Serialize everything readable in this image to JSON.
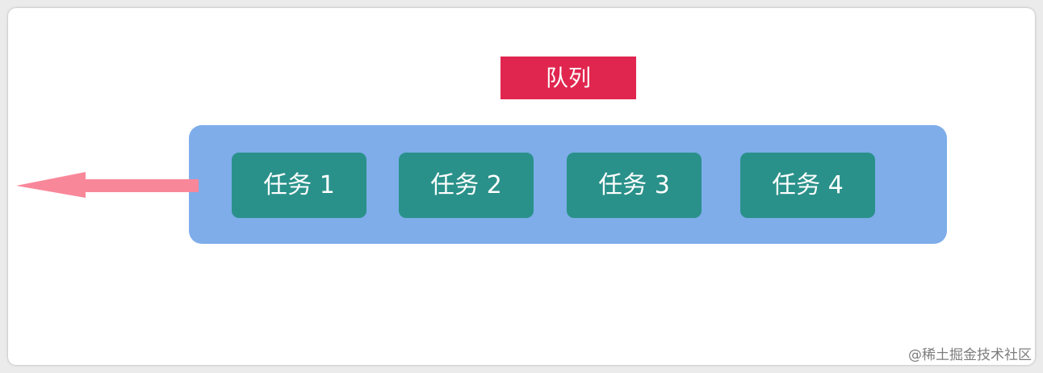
{
  "diagram": {
    "queue_label": "队列",
    "tasks": [
      {
        "label": "任务 1"
      },
      {
        "label": "任务 2"
      },
      {
        "label": "任务 3"
      },
      {
        "label": "任务 4"
      }
    ],
    "watermark": "@稀土掘金技术社区"
  },
  "colors": {
    "queue_label_bg": "#e0264f",
    "queue_container_bg": "#7eadea",
    "task_bg": "#2a918a",
    "arrow": "#f9879a"
  }
}
